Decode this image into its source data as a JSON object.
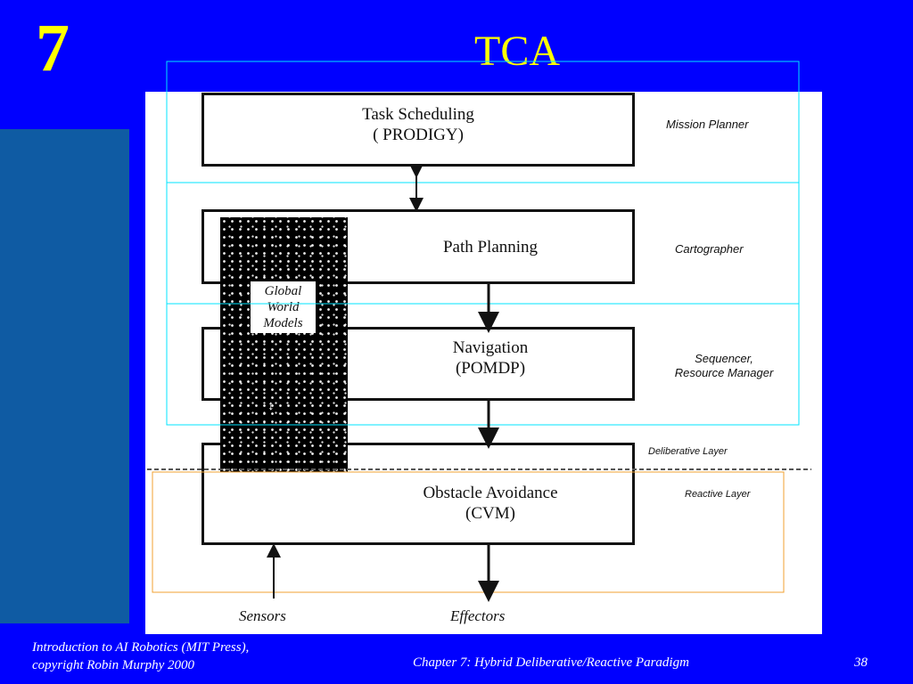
{
  "slide": {
    "number": "7",
    "title": "TCA"
  },
  "diagram": {
    "boxes": {
      "task_scheduling": {
        "line1": "Task Scheduling",
        "line2": "( PRODIGY)"
      },
      "path_planning": {
        "line1": "Path Planning"
      },
      "navigation": {
        "line1": "Navigation",
        "line2": "(POMDP)"
      },
      "obstacle_avoidance": {
        "line1": "Obstacle Avoidance",
        "line2": "(CVM)"
      }
    },
    "world_model": {
      "line1": "Global",
      "line2": "World",
      "line3": "Models"
    },
    "side_labels": {
      "mission_planner": "Mission Planner",
      "cartographer": "Cartographer",
      "sequencer_line1": "Sequencer,",
      "sequencer_line2": "Resource Manager"
    },
    "layer_labels": {
      "deliberative": "Deliberative Layer",
      "reactive": "Reactive Layer"
    },
    "bottom_labels": {
      "sensors": "Sensors",
      "effectors": "Effectors"
    }
  },
  "footer": {
    "left_line1": "Introduction to AI Robotics (MIT Press),",
    "left_line2": "copyright Robin Murphy 2000",
    "center": "Chapter 7: Hybrid Deliberative/Reactive Paradigm",
    "page": "38"
  },
  "colors": {
    "background": "#0000FF",
    "title": "#FFFF00",
    "side_panel": "#0F5BA3",
    "cyan_outline": "#00E5FF",
    "orange_outline": "#F0A030"
  }
}
